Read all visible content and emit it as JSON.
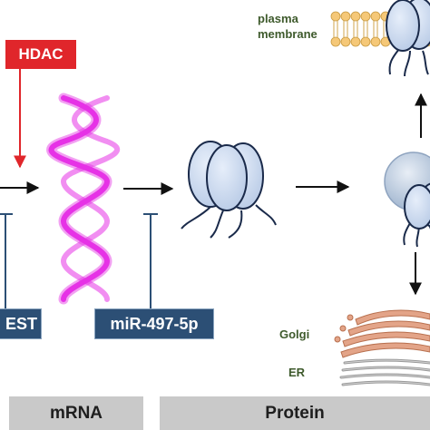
{
  "labels": {
    "hdac": "HDAC",
    "rest": "EST",
    "mir": "miR-497-5p",
    "plasma_membrane_line1": "plasma",
    "plasma_membrane_line2": "membrane",
    "golgi": "Golgi",
    "er": "ER"
  },
  "bottom_bar": {
    "mrna": "mRNA",
    "protein": "Protein"
  },
  "colors": {
    "hdac_red": "#e0262b",
    "regulator_blue": "#2c4f75",
    "mrna_magenta": "#e632e6",
    "channel_fill": "#c7d6ee",
    "organelle_label_green": "#3e5a2c",
    "membrane_orange": "#f5c878",
    "golgi_salmon": "#e3a488",
    "er_gray": "#9a9a9a"
  },
  "icons": [
    "mrna-helix-icon",
    "ribosome-channel-icon",
    "membrane-channel-icon",
    "vesicle-channel-icon",
    "golgi-icon",
    "er-icon"
  ]
}
